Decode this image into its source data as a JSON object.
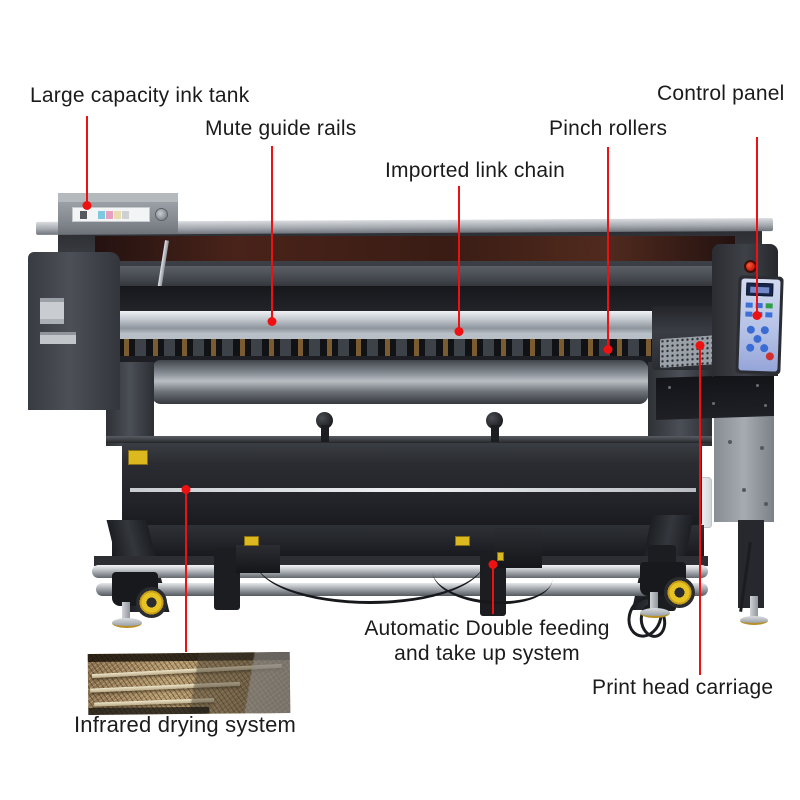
{
  "figure": {
    "kind": "annotated-product-diagram",
    "subject": "Large format eco-solvent inkjet printer with callout annotations"
  },
  "colors": {
    "leader_line": "#ee1111",
    "label_text": "#1b1b1b",
    "caster_wheel_yellow": "#e6c322",
    "keypad_blue": "#b3c0e6",
    "warning_yellow": "#ddb920"
  },
  "labels": {
    "ink_tank": "Large capacity ink tank",
    "guide_rails": "Mute guide rails",
    "link_chain": "Imported link chain",
    "pinch_rollers": "Pinch rollers",
    "control_panel": "Control panel",
    "feeding_line1": "Automatic Double feeding",
    "feeding_line2": "and take up system",
    "print_head": "Print head carriage",
    "infrared": "Infrared drying system"
  }
}
